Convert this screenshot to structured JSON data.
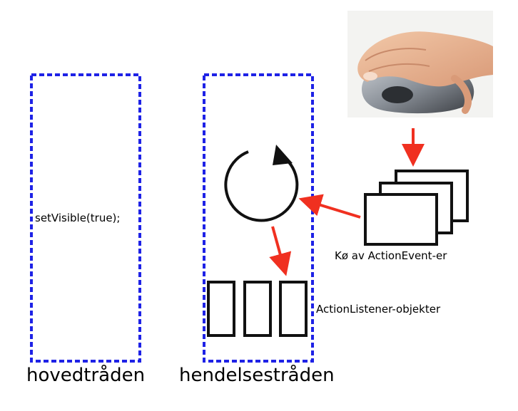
{
  "main_thread": {
    "title": "hovedtråden",
    "code": "setVisible(true);"
  },
  "event_thread": {
    "title": "hendelsestråden"
  },
  "queue": {
    "label": "Kø av ActionEvent-er"
  },
  "listeners": {
    "label": "ActionListener-objekter",
    "count": 3
  },
  "mouse_photo": {
    "icon": "hand-on-mouse-photo"
  },
  "colors": {
    "thread_border": "#1e22e6",
    "arrow": "#f03020",
    "box_stroke": "#111111"
  }
}
